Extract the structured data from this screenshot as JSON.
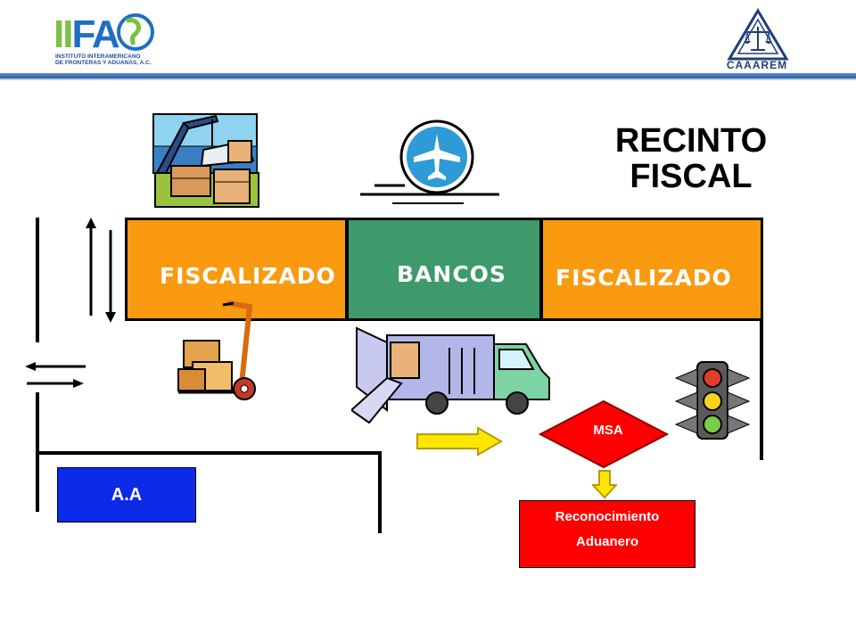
{
  "header": {
    "logo_left_title": "IIFA",
    "logo_left_sub_line1": "INSTITUTO INTERAMERICANO",
    "logo_left_sub_line2": "DE FRONTERAS Y ADUANAS, A.C.",
    "logo_right_text": "CAAAREM"
  },
  "title": {
    "line1": "RECINTO",
    "line2": "FISCAL"
  },
  "bands": {
    "left": "FISCALIZADO",
    "middle": "BANCOS",
    "right": "FISCALIZADO"
  },
  "boxes": {
    "aa": "A.A",
    "msa": "MSA",
    "reconocimiento_line1": "Reconocimiento",
    "reconocimiento_line2": "Aduanero"
  },
  "colors": {
    "orange": "#f99a10",
    "green": "#3e9a6a",
    "blue_box": "#0c2ae8",
    "red": "#ff0000",
    "yellow_arrow": "#ffe600",
    "header_blue": "#2f5f9e"
  },
  "icons": [
    "port-crane-clipart",
    "airplane-icon",
    "hand-truck-clipart",
    "delivery-truck-clipart",
    "traffic-light-icon",
    "yellow-arrow-icon"
  ]
}
